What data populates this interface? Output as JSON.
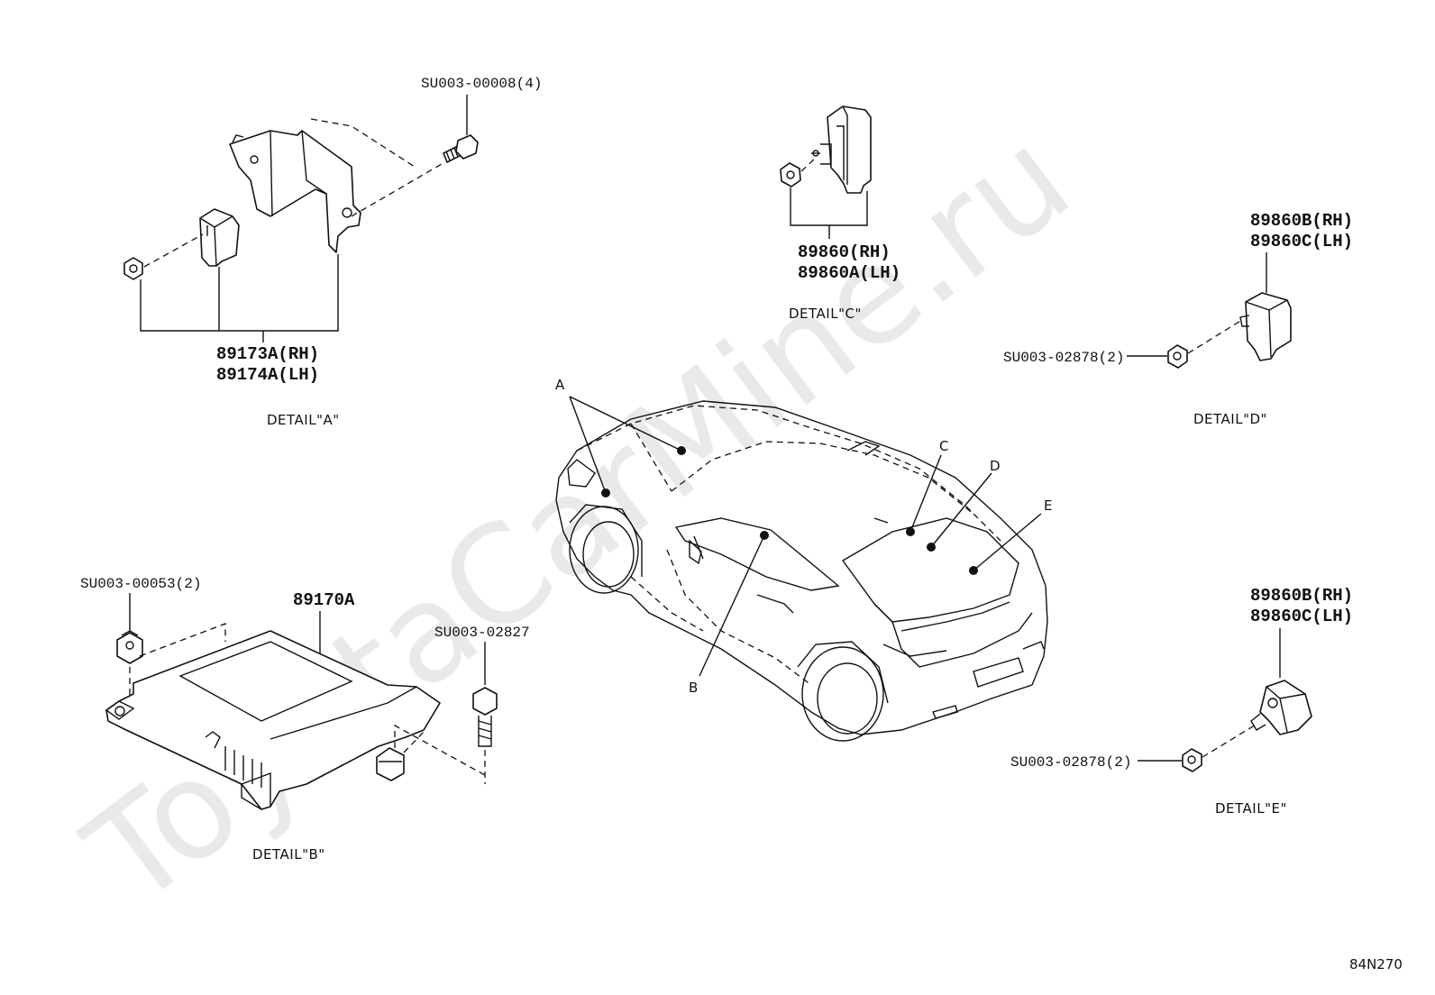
{
  "watermark": "ToyotaCarMine.ru",
  "drawing_code": "84N270",
  "details": {
    "a": {
      "caption": "DETAIL\"A\"",
      "part_numbers": [
        "89173A(RH)",
        "89174A(LH)"
      ],
      "fastener": "SU003-00008(4)"
    },
    "b": {
      "caption": "DETAIL\"B\"",
      "part_number": "89170A",
      "fastener_nut": "SU003-00053(2)",
      "fastener_bolt": "SU003-02827"
    },
    "c": {
      "caption": "DETAIL\"C\"",
      "part_numbers": [
        "89860(RH)",
        "89860A(LH)"
      ]
    },
    "d": {
      "caption": "DETAIL\"D\"",
      "part_numbers": [
        "89860B(RH)",
        "89860C(LH)"
      ],
      "fastener": "SU003-02878(2)"
    },
    "e": {
      "caption": "DETAIL\"E\"",
      "part_numbers": [
        "89860B(RH)",
        "89860C(LH)"
      ],
      "fastener": "SU003-02878(2)"
    }
  },
  "car_callouts": [
    "A",
    "B",
    "C",
    "D",
    "E"
  ]
}
